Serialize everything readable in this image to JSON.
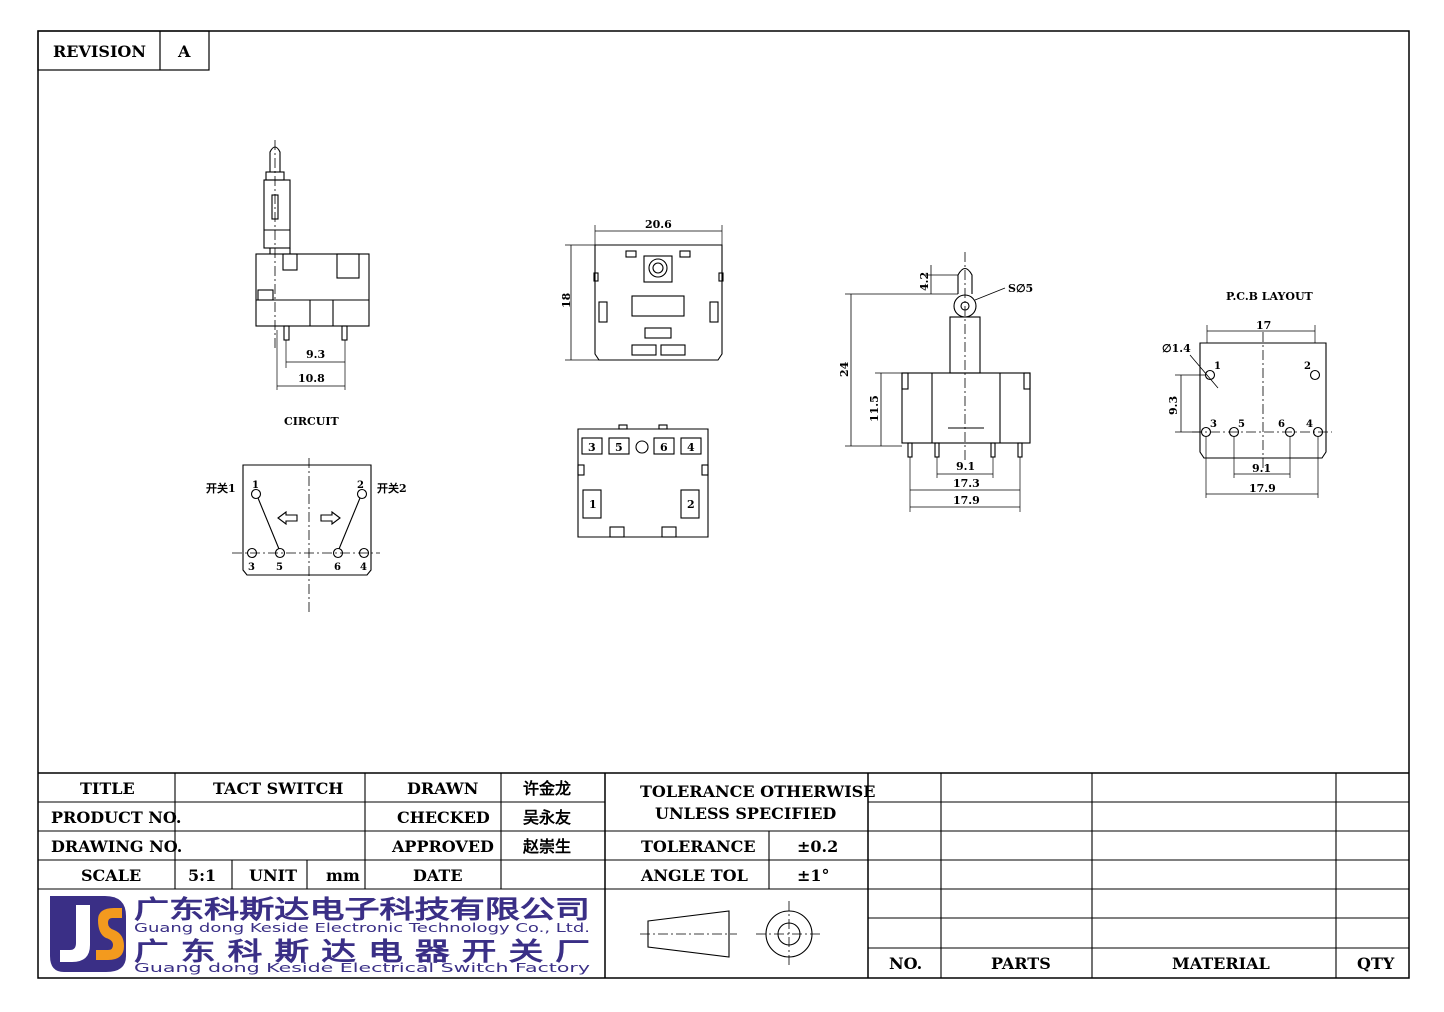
{
  "revision": {
    "label": "REVISION",
    "value": "A"
  },
  "drawing": {
    "dim_top_width": "20.6",
    "dim_top_height": "18",
    "side_dim_pin_outer": "10.8",
    "side_dim_pin_inner": "9.3",
    "circuit_label": "CIRCUIT",
    "circuit_switch1": "开关1",
    "circuit_switch2": "开关2",
    "circuit_pins": [
      "1",
      "2",
      "3",
      "5",
      "6",
      "4"
    ],
    "bottom_markings": [
      "3",
      "5",
      "6",
      "4",
      "1",
      "2"
    ],
    "front_dim_height": "24",
    "front_dim_body": "11.5",
    "front_dim_knob": "4.2",
    "front_dim_ball": "S∅5",
    "front_dim_a": "9.1",
    "front_dim_b": "17.3",
    "front_dim_c": "17.9",
    "pcb_label": "P.C.B LAYOUT",
    "pcb_top": "17",
    "pcb_hole": "∅1.4",
    "pcb_height": "9.3",
    "pcb_inner": "9.1",
    "pcb_outer": "17.9",
    "pcb_pins": [
      "1",
      "2",
      "3",
      "5",
      "6",
      "4"
    ]
  },
  "title_block": {
    "title_label": "TITLE",
    "title_value": "TACT SWITCH",
    "product_label": "PRODUCT NO.",
    "drawing_label": "DRAWING NO.",
    "scale_label": "SCALE",
    "scale_value": "5:1",
    "unit_label": "UNIT",
    "unit_value": "mm",
    "drawn_label": "DRAWN",
    "drawn_value": "许金龙",
    "checked_label": "CHECKED",
    "checked_value": "吴永友",
    "approved_label": "APPROVED",
    "approved_value": "赵崇生",
    "date_label": "DATE",
    "tolerance_note_1": "TOLERANCE OTHERWISE",
    "tolerance_note_2": "UNLESS SPECIFIED",
    "tolerance_label": "TOLERANCE",
    "tolerance_value": "±0.2",
    "angle_label": "ANGLE TOL",
    "angle_value": "±1°",
    "parts_headers": [
      "NO.",
      "PARTS",
      "MATERIAL",
      "QTY"
    ]
  },
  "company": {
    "name_cn_1": "广东科斯达电子科技有限公司",
    "name_en_1": "Guang dong Keside  Electronic Technology Co., Ltd.",
    "name_cn_2": "广 东 科 斯 达 电 器 开 关 厂",
    "name_en_2": "Guang dong Keside Electrical Switch Factory",
    "colors": {
      "brand_blue": "#3a2f86",
      "brand_orange": "#f39a1e"
    }
  }
}
